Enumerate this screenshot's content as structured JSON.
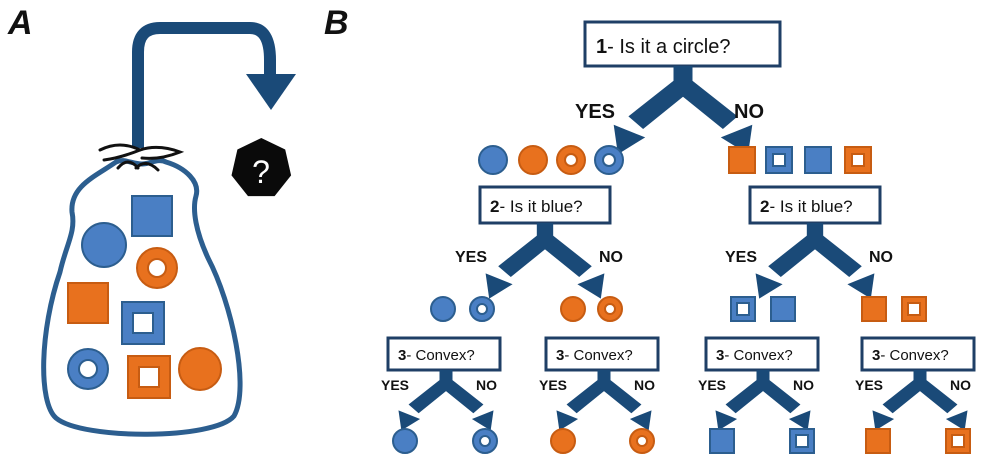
{
  "panel_a": {
    "label": "A",
    "mystery_symbol": "?"
  },
  "panel_b": {
    "label": "B",
    "questions": {
      "q1": {
        "num": "1",
        "text": "- Is it a circle?"
      },
      "q2": {
        "num": "2",
        "text": "- Is it blue?"
      },
      "q3": {
        "num": "3",
        "text": "- Convex?"
      }
    },
    "branch_yes": "YES",
    "branch_no": "NO"
  },
  "colors": {
    "blue": "#4a7fc4",
    "orange": "#e8711e",
    "dark_blue": "#1a4a78",
    "box_border": "#1f3f66",
    "black": "#0a0a0a"
  },
  "icons": [
    "bag",
    "curved-arrow",
    "heptagon-mystery",
    "circle",
    "ring",
    "square",
    "hollow-square",
    "fork-arrow"
  ]
}
